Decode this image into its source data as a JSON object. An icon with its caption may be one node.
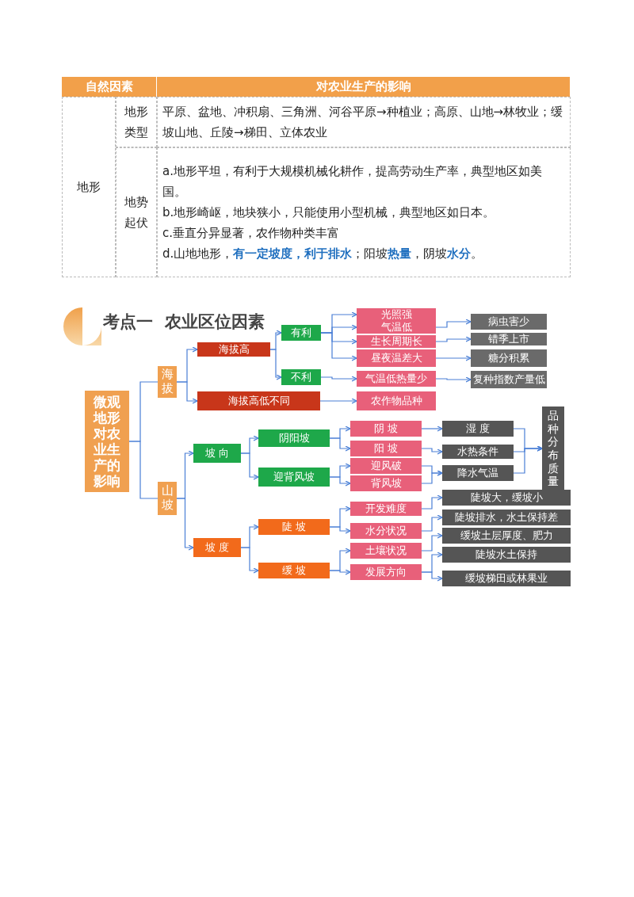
{
  "diagram": {
    "title": "考点一  农业区位因素",
    "nodes": [
      {
        "text": [
          "微观地形对农业生产的影响"
        ]
      },
      {
        "text": [
          "海拔"
        ]
      },
      {
        "text": [
          "山坡"
        ]
      },
      {
        "text": [
          "海拔高"
        ]
      },
      {
        "text": [
          "海拔高低不同"
        ]
      },
      {
        "text": [
          "有利"
        ]
      },
      {
        "text": [
          "不利"
        ]
      },
      {
        "text": [
          "光照强"
        ]
      },
      {
        "text": [
          "气温低"
        ]
      },
      {
        "text": [
          "生长周期长"
        ]
      },
      {
        "text": [
          "昼夜温差大"
        ]
      },
      {
        "text": [
          "气温低热量少"
        ]
      },
      {
        "text": [
          "农作物品种"
        ]
      },
      {
        "text": [
          "病虫害少"
        ]
      },
      {
        "text": [
          "错季上市"
        ]
      },
      {
        "text": [
          "糖分积累"
        ]
      },
      {
        "text": [
          "复种指数产量低"
        ]
      },
      {
        "text": [
          "坡 向"
        ]
      },
      {
        "text": [
          "坡 度"
        ]
      },
      {
        "text": [
          "阴阳坡"
        ]
      },
      {
        "text": [
          "迎背风坡"
        ]
      },
      {
        "text": [
          "陡 坡"
        ]
      },
      {
        "text": [
          "缓 坡"
        ]
      },
      {
        "text": [
          "阴 坡"
        ]
      },
      {
        "text": [
          "阳 坡"
        ]
      },
      {
        "text": [
          "迎风破"
        ]
      },
      {
        "text": [
          "背风坡"
        ]
      },
      {
        "text": [
          "开发难度"
        ]
      },
      {
        "text": [
          "水分状况"
        ]
      },
      {
        "text": [
          "土壤状况"
        ]
      },
      {
        "text": [
          "发展方向"
        ]
      },
      {
        "text": [
          "湿 度"
        ]
      },
      {
        "text": [
          "水热条件"
        ]
      },
      {
        "text": [
          "降水气温"
        ]
      },
      {
        "text": [
          "品种分布质量"
        ]
      },
      {
        "text": [
          "陡坡大，缓坡小"
        ]
      },
      {
        "text": [
          "陡坡排水，水土保持差"
        ]
      },
      {
        "text": [
          "缓坡土层厚度、肥力"
        ]
      },
      {
        "text": [
          "陡坡水土保持"
        ]
      },
      {
        "text": [
          "缓坡梯田或林果业"
        ]
      }
    ],
    "edges": [
      {
        "from": 0,
        "to": 1,
        "arrow": "none"
      },
      {
        "from": 0,
        "to": 2,
        "arrow": "none"
      },
      {
        "from": 1,
        "to": 3,
        "arrow": "to"
      },
      {
        "from": 1,
        "to": 4,
        "arrow": "to"
      },
      {
        "from": 3,
        "to": 5,
        "arrow": "to"
      },
      {
        "from": 3,
        "to": 6,
        "arrow": "to"
      },
      {
        "from": 5,
        "to": 7,
        "arrow": "to"
      },
      {
        "from": 5,
        "to": 8,
        "arrow": "to"
      },
      {
        "from": 5,
        "to": 9,
        "arrow": "to"
      },
      {
        "from": 5,
        "to": 10,
        "arrow": "to"
      },
      {
        "from": 6,
        "to": 11,
        "arrow": "to"
      },
      {
        "from": 4,
        "to": 12,
        "arrow": "to"
      },
      {
        "from": 8,
        "to": 13,
        "arrow": "to"
      },
      {
        "from": 9,
        "to": 14,
        "arrow": "to"
      },
      {
        "from": 10,
        "to": 15,
        "arrow": "to"
      },
      {
        "from": 11,
        "to": 16,
        "arrow": "to"
      },
      {
        "from": 2,
        "to": 17,
        "arrow": "to"
      },
      {
        "from": 2,
        "to": 18,
        "arrow": "to"
      },
      {
        "from": 17,
        "to": 19,
        "arrow": "to"
      },
      {
        "from": 17,
        "to": 20,
        "arrow": "to"
      },
      {
        "from": 19,
        "to": 23,
        "arrow": "to"
      },
      {
        "from": 19,
        "to": 24,
        "arrow": "to"
      },
      {
        "from": 20,
        "to": 25,
        "arrow": "to"
      },
      {
        "from": 20,
        "to": 26,
        "arrow": "to"
      },
      {
        "from": 23,
        "to": 31,
        "arrow": "to"
      },
      {
        "from": 24,
        "to": 32,
        "arrow": "to"
      },
      {
        "from": 25,
        "to": 33,
        "arrow": "to"
      },
      {
        "from": 26,
        "to": 33,
        "arrow": "to"
      },
      {
        "from": 31,
        "to": 34,
        "arrow": "to"
      },
      {
        "from": 32,
        "to": 34,
        "arrow": "to"
      },
      {
        "from": 33,
        "to": 34,
        "arrow": "to"
      },
      {
        "from": 18,
        "to": 21,
        "arrow": "to"
      },
      {
        "from": 18,
        "to": 22,
        "arrow": "to"
      },
      {
        "from": 21,
        "to": 27,
        "arrow": "to"
      },
      {
        "from": 21,
        "to": 28,
        "arrow": "to"
      },
      {
        "from": 22,
        "to": 29,
        "arrow": "to"
      },
      {
        "from": 22,
        "to": 30,
        "arrow": "to"
      },
      {
        "from": 27,
        "to": 35,
        "arrow": "to"
      },
      {
        "from": 28,
        "to": 36,
        "arrow": "to"
      },
      {
        "from": 29,
        "to": 37,
        "arrow": "to"
      },
      {
        "from": 30,
        "to": 38,
        "arrow": "to"
      },
      {
        "from": 30,
        "to": 39,
        "arrow": "to"
      }
    ],
    "labels": [
      "自然因素",
      "对农业生产的影响",
      "地形",
      "地形类型",
      "平原、盆地、冲积扇、三角洲、河谷平原→种植业；高原、山地→林牧业；缓坡山地、丘陵→梯田、立体农业",
      "地势起伏",
      "a.地形平坦，有利于大规模机械化耕作，提高劳动生产率，典型地区如美国。",
      "b.地形崎岖，地块狭小，只能使用小型机械，典型地区如日本。",
      "c.垂直分异显著，农作物种类丰富",
      "d.山地地形，**有一定坡度，利于排水**；阳坡**热量**，阴坡**水分**。"
    ]
  }
}
